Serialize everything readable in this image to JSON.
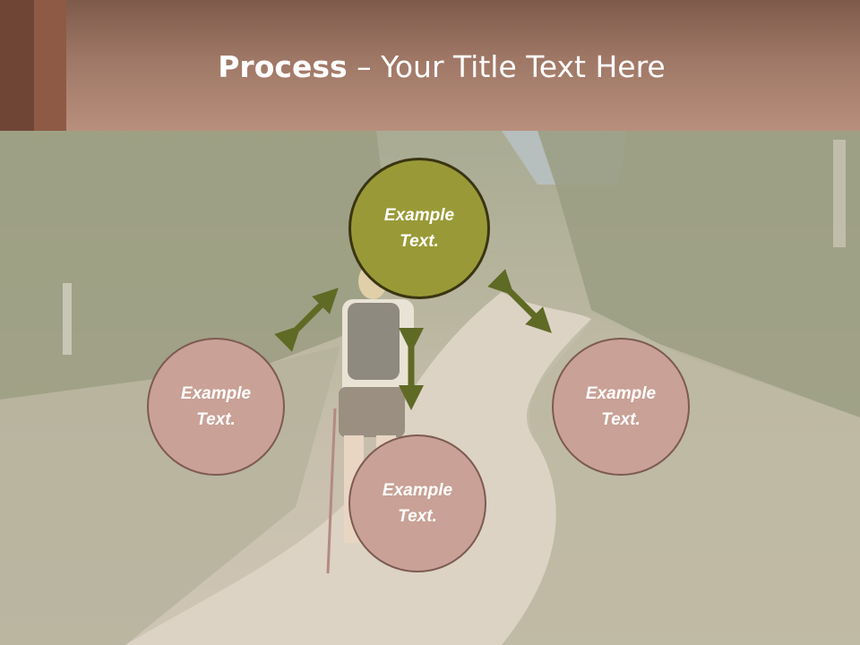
{
  "slide": {
    "title_bold": "Process",
    "title_rest": " – Your Title Text Here"
  },
  "nodes": {
    "top": {
      "line1": "Example",
      "line2": "Text."
    },
    "left": {
      "line1": "Example",
      "line2": "Text."
    },
    "right": {
      "line1": "Example",
      "line2": "Text."
    },
    "bottom": {
      "line1": "Example",
      "line2": "Text."
    }
  },
  "colors": {
    "header": "#a77e6c",
    "accent_olive": "#999a37",
    "circle_brown": "#c9a196",
    "arrow": "#5f6a25"
  },
  "background": "hiker-on-trail-photo"
}
